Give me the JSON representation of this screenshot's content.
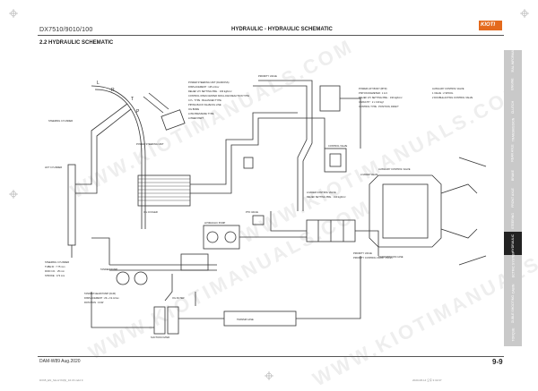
{
  "header": {
    "model": "DX7510/9010/100",
    "title": "HYDRAULIC - HYDRAULIC SCHEMATIC",
    "logo_text": "KIOTI",
    "brand_color": "#e46a1d"
  },
  "section_title": "2.2  HYDRAULIC SCHEMATIC",
  "footer": {
    "left": "DAM-W89  Aug.2020",
    "page": "9-9",
    "slug_left": "DX95_EN_SH-HYD(9)_16.15.indd   9",
    "slug_right": "2020-08-14   오후 3:32:07"
  },
  "watermark": "WWW.KIOTIMANUALS.COM",
  "side_tabs": [
    {
      "label": "GENERAL INFORMATION",
      "active": false
    },
    {
      "label": "ENGINE",
      "active": false
    },
    {
      "label": "CLUTCH",
      "active": false
    },
    {
      "label": "TRANSMISSION",
      "active": false
    },
    {
      "label": "REAR AXLE",
      "active": false
    },
    {
      "label": "BRAKE",
      "active": false
    },
    {
      "label": "FRONT AXLE",
      "active": false
    },
    {
      "label": "STEERING",
      "active": false
    },
    {
      "label": "HYDRAULIC",
      "active": true
    },
    {
      "label": "ELECTRIC SYSTEM",
      "active": false
    },
    {
      "label": "CABIN",
      "active": false
    },
    {
      "label": "TROUBLE SHOOTING",
      "active": false
    },
    {
      "label": "TORQUE",
      "active": false
    }
  ],
  "labels": {
    "steering_cyl": "STEERING CYLINDER",
    "power_steer": "POWER STEERING UNIT",
    "priority": "PRIORITY VALVE",
    "loader_valve": "LOADER VALVE",
    "oil_cooler": "OIL COOLER",
    "pump": "HYDRAULIC PUMP",
    "filter": "OIL FILTER",
    "suction": "SUCTION FILTER",
    "lift_cyl": "LIFT CYLINDER",
    "aux_valve": "AUXILIARY CONTROL VALVE",
    "trans_case": "TRANSMISSION CASE",
    "control_valve": "CONTROL VALVE",
    "trans_case_box": "TRANSM CASE",
    "tandem_pump": "TANDEM PUMP",
    "pto_valve": "PTO VALVE"
  },
  "spec_blocks": {
    "psu": [
      "POWER STEERING UNIT (DANFOSS)",
      "DISPLACEMENT : 125 cc/rev",
      "RELIEF V/V SETTING PRE. : 160 kgf/cm²",
      "CONTROL OPEN CENTER NON-LOAD REACTION TYPE",
      "CYL. TYPE : BALANCED TYPE",
      "PIPING BACK VALVE/OIL LINE",
      "OIL BORE",
      "LOW PRESSURE TYPE",
      "LOWER PART"
    ],
    "lift": [
      "POWER LIFT BODY (BTR)",
      "PISTON DIAMETER : 1 1/4",
      "RELIEF V/V SETTING PRE. : 190 kgf/cm²",
      "CAPACITY : 2 x 130 kgf",
      "CONTROL TYPE : POSITION, DRAFT"
    ],
    "aux": [
      "AUXILIARY CONTROL VALVE",
      "1 VALVE : 2 SPOOL",
      "2 DOUBLE ACTING CONTROL VALVE"
    ],
    "gear_pump": [
      "STEERING CYLINDER",
      "TUBE ID : 7.75 mm",
      "ROD O.D. : 25 mm",
      "STROKE : 172 mm"
    ],
    "tandem": [
      "TANDEM GEAR PUMP (FLIR)",
      "DISPLACEMENT : 29 + 19 cc/rev",
      "ROTATION : CCW"
    ],
    "loader": [
      "LOADER CONTROL VALVE",
      "RELIEF SETTING PRE. : 190 kgf/cm²"
    ],
    "priority": [
      "PRIORITY VALVE",
      "PRIORITY CONTROL FLOW : 3 l/min"
    ]
  }
}
